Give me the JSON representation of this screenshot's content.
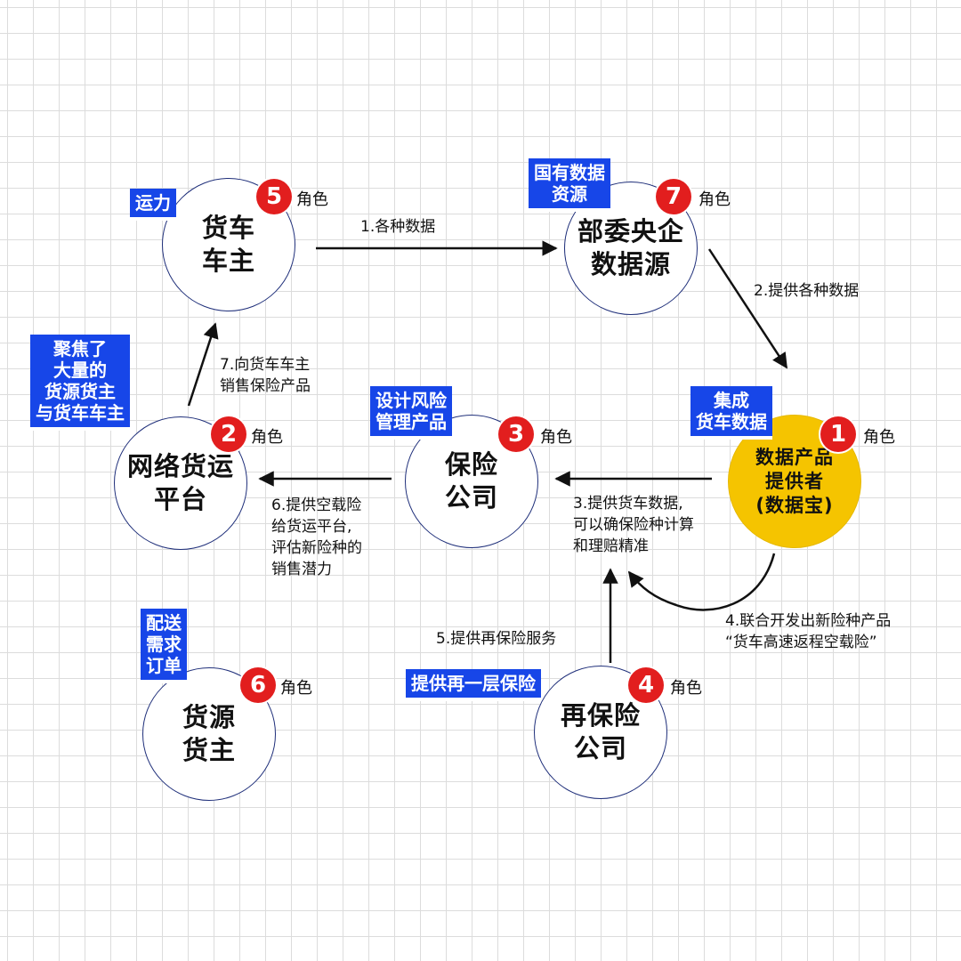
{
  "nodes": {
    "n1": {
      "name": "数据产品\n提供者\n(数据宝)",
      "num": "1",
      "role": "角色",
      "tag": "集成\n货车数据"
    },
    "n2": {
      "name": "网络货运\n平台",
      "num": "2",
      "role": "角色",
      "tag": "聚焦了\n大量的\n货源货主\n与货车车主"
    },
    "n3": {
      "name": "保险\n公司",
      "num": "3",
      "role": "角色",
      "tag": "设计风险\n管理产品"
    },
    "n4": {
      "name": "再保险\n公司",
      "num": "4",
      "role": "角色",
      "tag": "提供再一层保险"
    },
    "n5": {
      "name": "货车\n车主",
      "num": "5",
      "role": "角色",
      "tag": "运力"
    },
    "n6": {
      "name": "货源\n货主",
      "num": "6",
      "role": "角色",
      "tag": "配送\n需求\n订单"
    },
    "n7": {
      "name": "部委央企\n数据源",
      "num": "7",
      "role": "角色",
      "tag": "国有数据\n资源"
    }
  },
  "edges": [
    {
      "id": "e1",
      "label": "1.各种数据"
    },
    {
      "id": "e2",
      "label": "2.提供各种数据"
    },
    {
      "id": "e3",
      "label": "3.提供货车数据,\n可以确保险种计算\n和理赔精准"
    },
    {
      "id": "e4",
      "label": "4.联合开发出新险种产品\n“货车高速返程空载险”"
    },
    {
      "id": "e5",
      "label": "5.提供再保险服务"
    },
    {
      "id": "e6",
      "label": "6.提供空载险\n给货运平台,\n评估新险种的\n销售潜力"
    },
    {
      "id": "e7",
      "label": "7.向货车车主\n销售保险产品"
    }
  ],
  "colors": {
    "accent": "#1746e8",
    "badge": "#e21e1e",
    "highlight": "#f5c400",
    "outline": "#1f2f7a"
  }
}
